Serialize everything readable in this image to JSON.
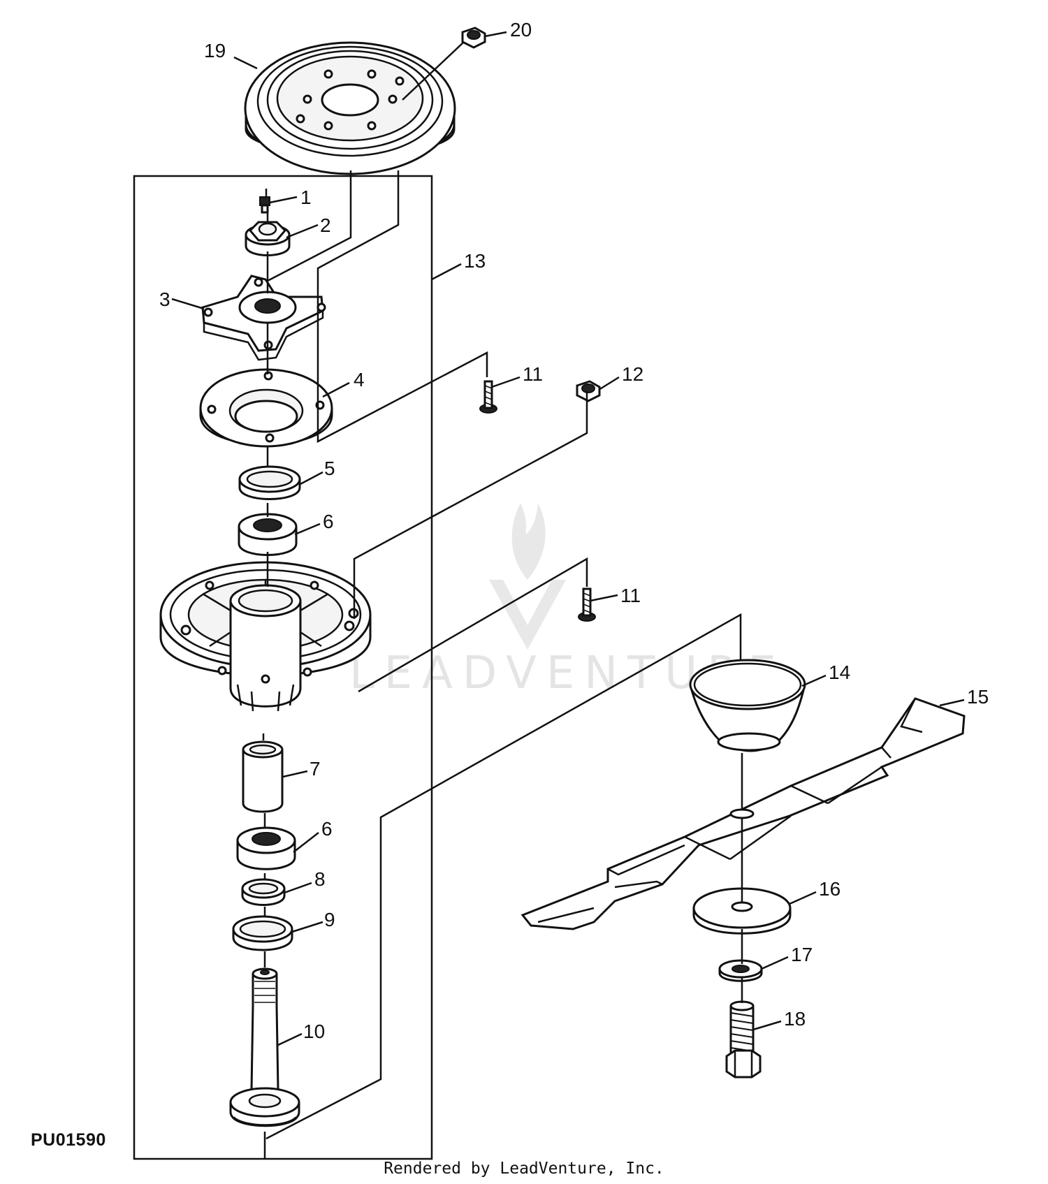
{
  "figure_code": "PU01590",
  "credit": "Rendered by LeadVenture, Inc.",
  "watermark": "LEADVENTURE",
  "callouts": {
    "c1": "1",
    "c2": "2",
    "c3": "3",
    "c4": "4",
    "c5": "5",
    "c6a": "6",
    "c6b": "6",
    "c7": "7",
    "c8": "8",
    "c9": "9",
    "c10": "10",
    "c11a": "11",
    "c11b": "11",
    "c12": "12",
    "c13": "13",
    "c14": "14",
    "c15": "15",
    "c16": "16",
    "c17": "17",
    "c18": "18",
    "c19": "19",
    "c20": "20"
  }
}
